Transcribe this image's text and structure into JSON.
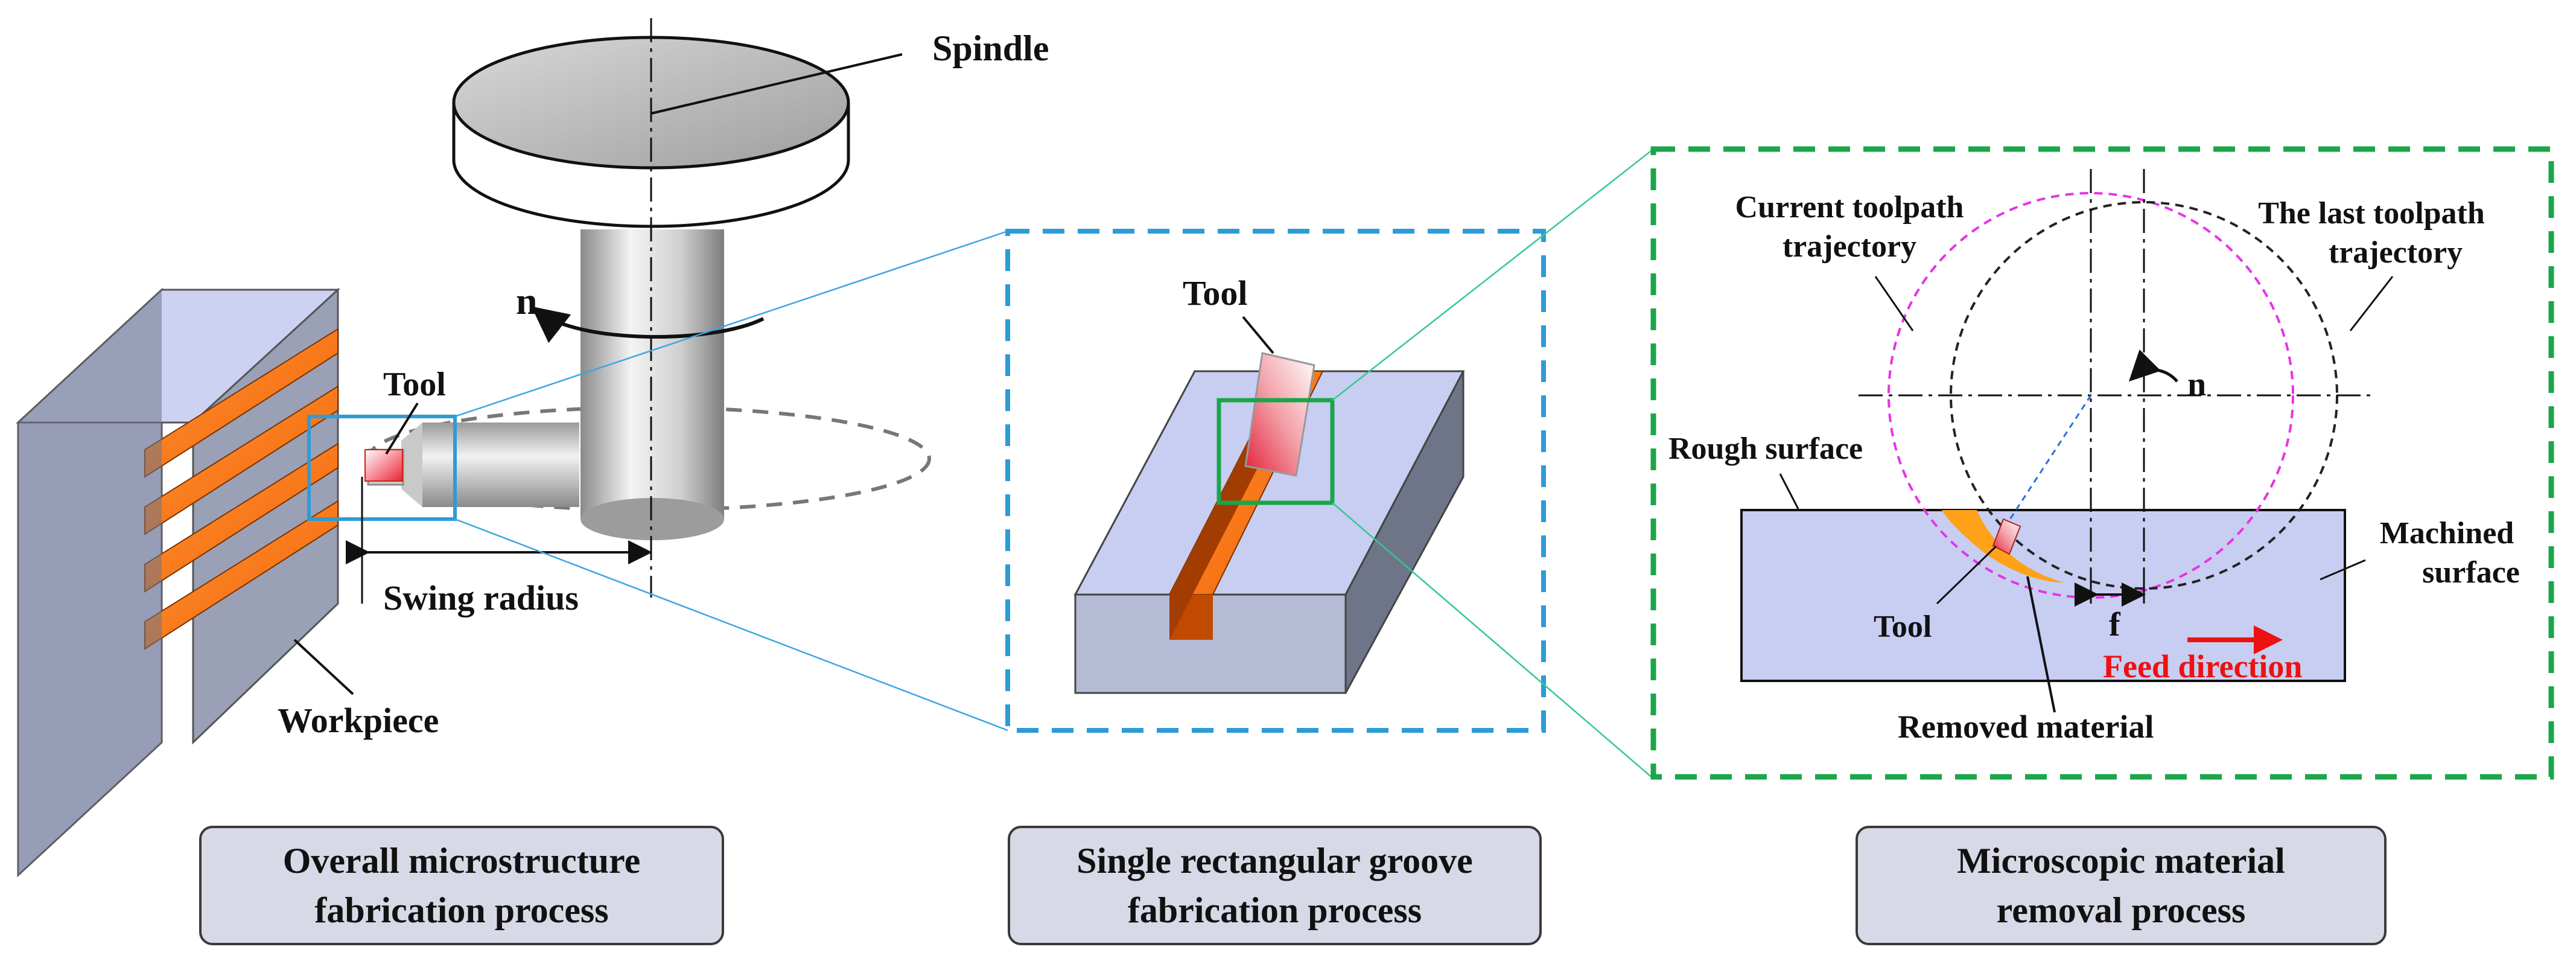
{
  "colors": {
    "workpiece_face": "#c7cdf0",
    "workpiece_side": "#8c93a6",
    "groove_orange": "#ff7a1a",
    "panel_blue_dash": "#2e9bd6",
    "panel_green_dash": "#1aa64a",
    "trajectory_magenta": "#e633e6",
    "feed_red": "#ee1111",
    "caption_fill": "#d8d9e6"
  },
  "panel1": {
    "spindle_label": "Spindle",
    "n_label": "n",
    "tool_label": "Tool",
    "swing_radius_label": "Swing radius",
    "workpiece_label": "Workpiece"
  },
  "panel2": {
    "tool_label": "Tool"
  },
  "panel3": {
    "current_toolpath_line1": "Current toolpath",
    "current_toolpath_line2": "trajectory",
    "last_toolpath_line1": "The last toolpath",
    "last_toolpath_line2": "trajectory",
    "n_label": "n",
    "rough_surface_label": "Rough surface",
    "machined_surface_line1": "Machined",
    "machined_surface_line2": "surface",
    "tool_label": "Tool",
    "f_label": "f",
    "feed_direction_label": "Feed direction",
    "removed_material_label": "Removed material"
  },
  "captions": [
    {
      "line1": "Overall microstructure",
      "line2": "fabrication process"
    },
    {
      "line1": "Single rectangular groove",
      "line2": "fabrication process"
    },
    {
      "line1": "Microscopic material",
      "line2": "removal process"
    }
  ]
}
